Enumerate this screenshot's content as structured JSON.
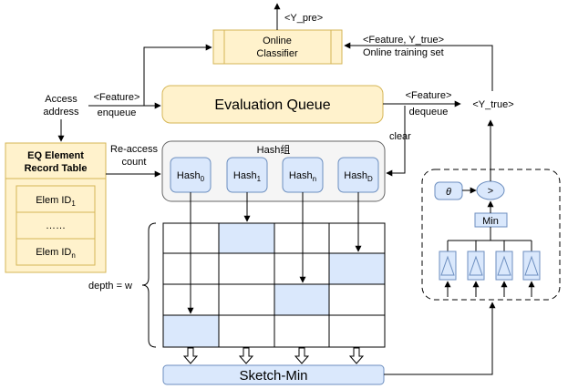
{
  "labels": {
    "y_pre": "<Y_pre>",
    "classifier_line1": "Online",
    "classifier_line2": "Classifier",
    "feature_ytrue": "<Feature, Y_true>",
    "online_training_set": "Online training set",
    "access_line1": "Access",
    "access_line2": "address",
    "feature_left": "<Feature>",
    "enqueue": "enqueue",
    "eval_queue": "Evaluation Queue",
    "feature_right": "<Feature>",
    "dequeue": "dequeue",
    "y_true": "<Y_true>",
    "clear": "clear",
    "eq_title_line1": "EQ Element",
    "eq_title_line2": "Record Table",
    "elem_1": "Elem ID",
    "elem_1_sub": "1",
    "elem_dots": "……",
    "elem_n": "Elem ID",
    "elem_n_sub": "n",
    "reaccess_line1": "Re-access",
    "reaccess_line2": "count",
    "hash_group": "Hash组",
    "hash_base": "Hash",
    "hash_subs": [
      "0",
      "1",
      "n",
      "D"
    ],
    "depth": "depth = w",
    "sketch_min": "Sketch-Min",
    "theta": "θ",
    "gt": ">",
    "min": "Min"
  },
  "colors": {
    "yellow_fill": "#fff2cc",
    "yellow_stroke": "#d6b656",
    "blue_fill": "#dae8fc",
    "blue_stroke": "#6c8ebf",
    "grey_fill": "#f5f5f5",
    "grey_stroke": "#666666"
  }
}
